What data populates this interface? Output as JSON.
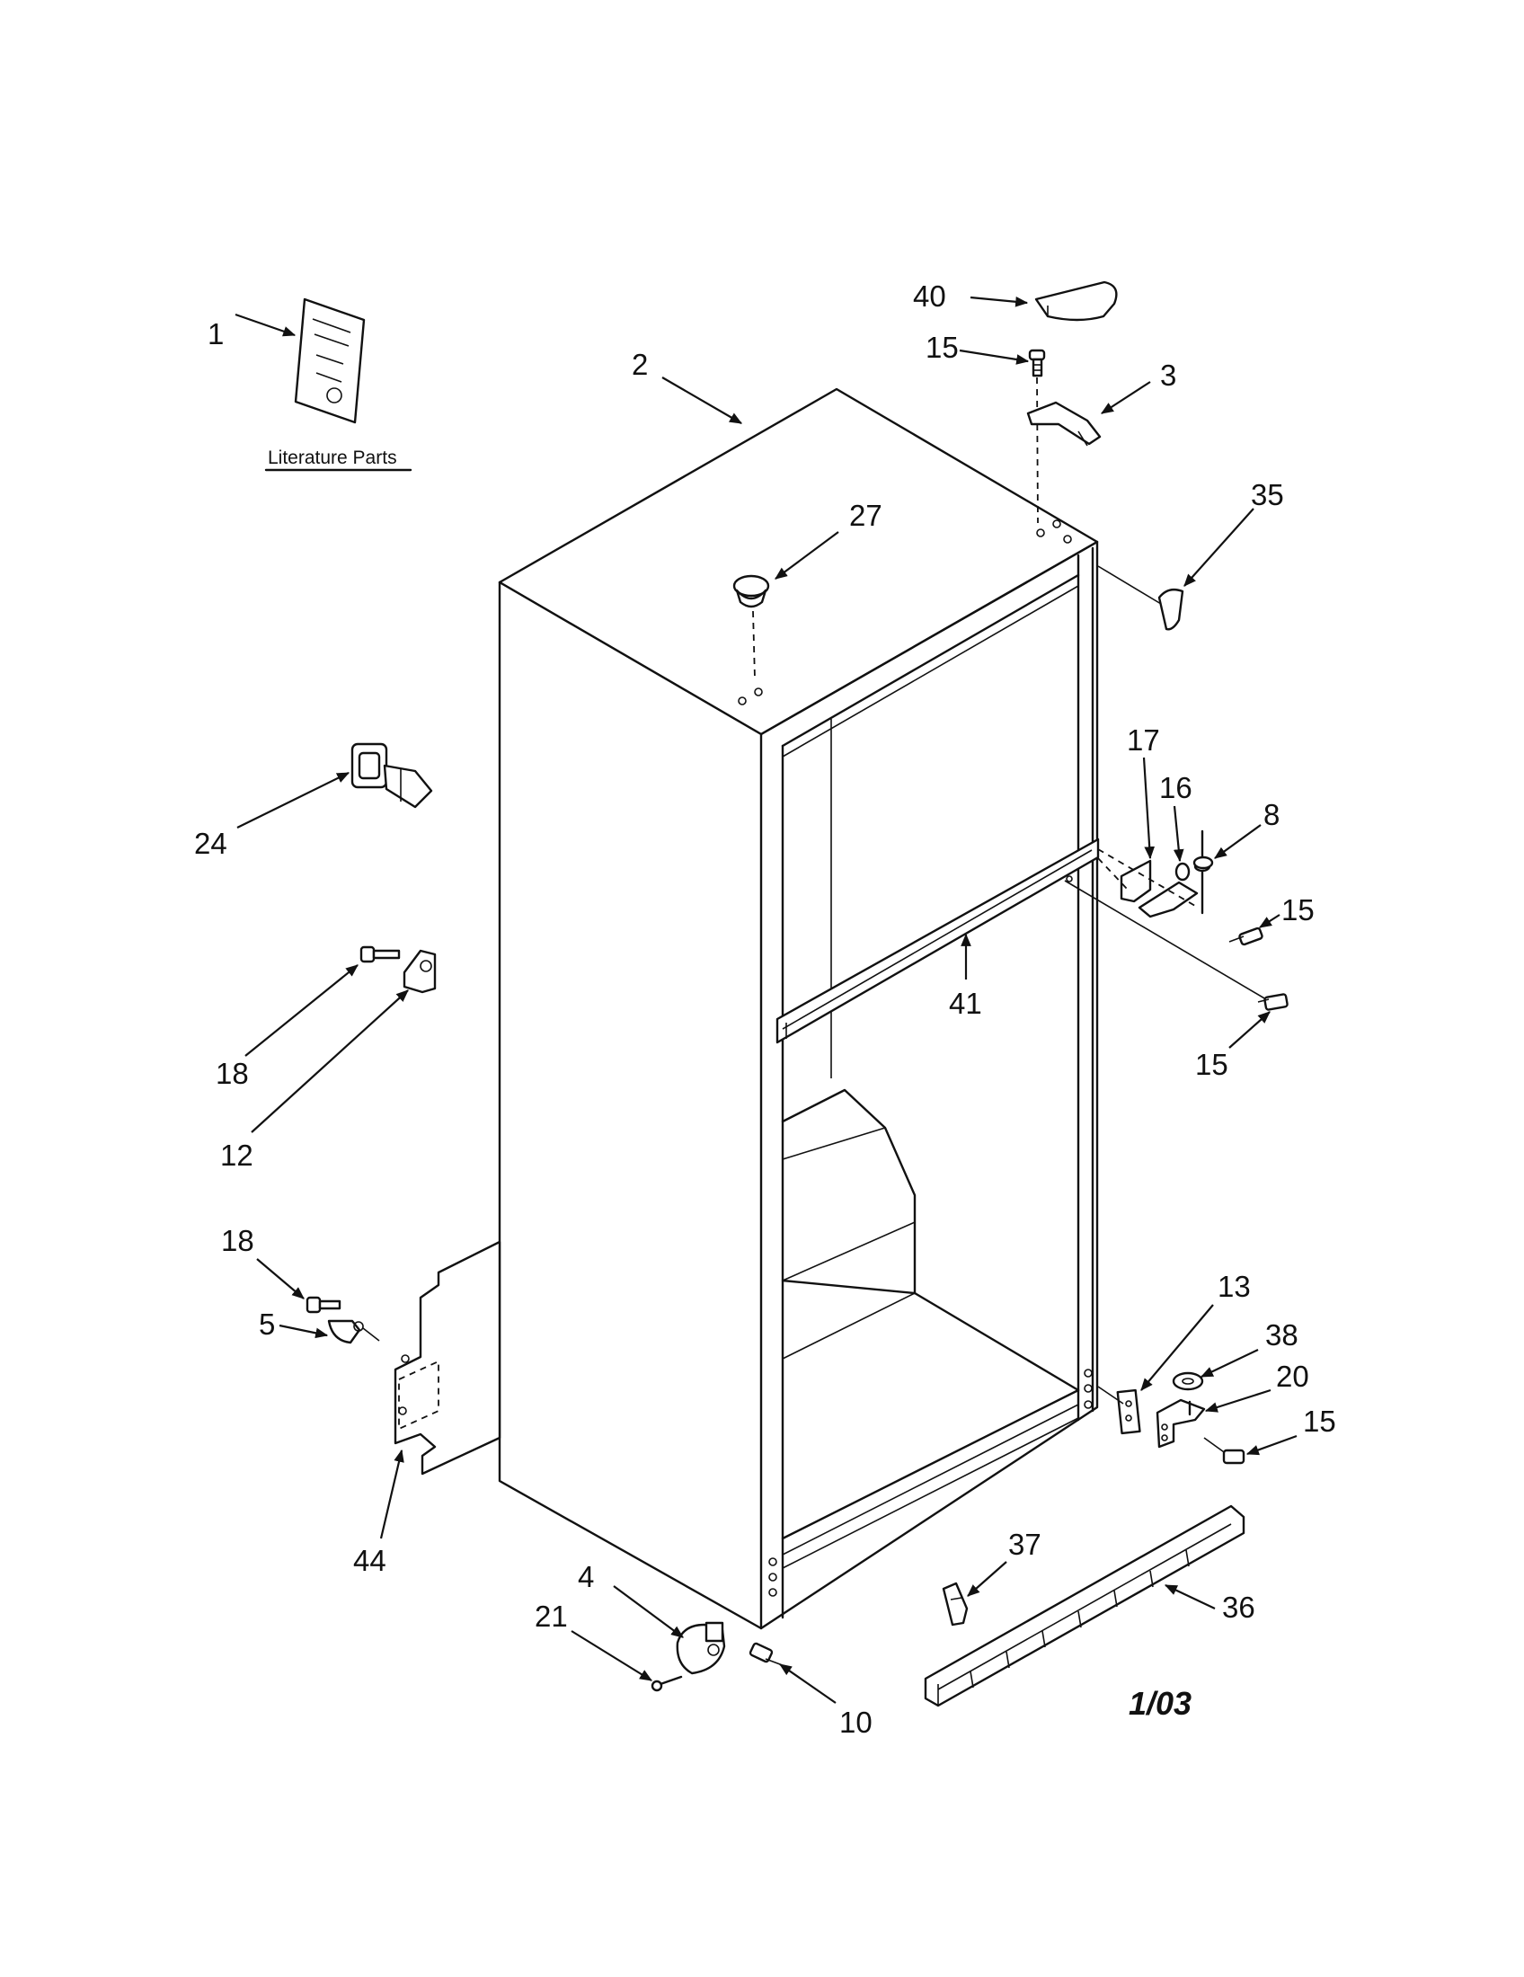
{
  "literature_caption": "Literature Parts",
  "date_code": "1/03",
  "callouts": {
    "c1": "1",
    "c2": "2",
    "c3": "3",
    "c40": "40",
    "c15a": "15",
    "c27": "27",
    "c35": "35",
    "c24": "24",
    "c17": "17",
    "c16": "16",
    "c8": "8",
    "c15b": "15",
    "c15c": "15",
    "c41": "41",
    "c18a": "18",
    "c12": "12",
    "c18b": "18",
    "c5": "5",
    "c44": "44",
    "c13": "13",
    "c38": "38",
    "c20": "20",
    "c15d": "15",
    "c37": "37",
    "c36": "36",
    "c4": "4",
    "c21": "21",
    "c10": "10"
  }
}
